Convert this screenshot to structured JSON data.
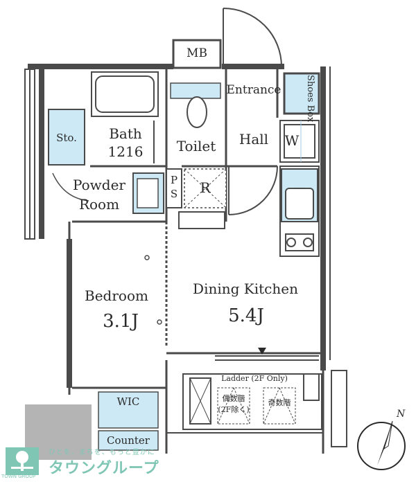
{
  "rooms": {
    "mb": "MB",
    "entrance": "Entrance",
    "shoes_box": "Shoes Box",
    "sto": "Sto.",
    "bath": "Bath",
    "bath_size": "1216",
    "toilet": "Toilet",
    "hall": "Hall",
    "w": "W",
    "powder_room_line1": "Powder",
    "powder_room_line2": "Room",
    "ps_p": "P",
    "ps_s": "S",
    "r": "R",
    "bedroom": "Bedroom",
    "bedroom_size": "3.1J",
    "dining_kitchen": "Dining Kitchen",
    "dining_kitchen_size": "5.4J",
    "ladder": "Ladder (2F Only)",
    "even_floors_line1": "偶数階",
    "even_floors_line2": "(2F除く)",
    "odd_floors": "奇数階",
    "wic": "WIC",
    "counter": "Counter"
  },
  "compass": {
    "label": "N"
  },
  "brand": {
    "tagline": "ひとを、まちを、もっと豊かに",
    "name": "タウングループ",
    "sub": "TOWN GROUP"
  },
  "colors": {
    "wall": "#4a4a4a",
    "fixture_blue": "#cce9f5",
    "brand_green": "#7fc6b4",
    "grey_block": "#b4b4b4"
  }
}
